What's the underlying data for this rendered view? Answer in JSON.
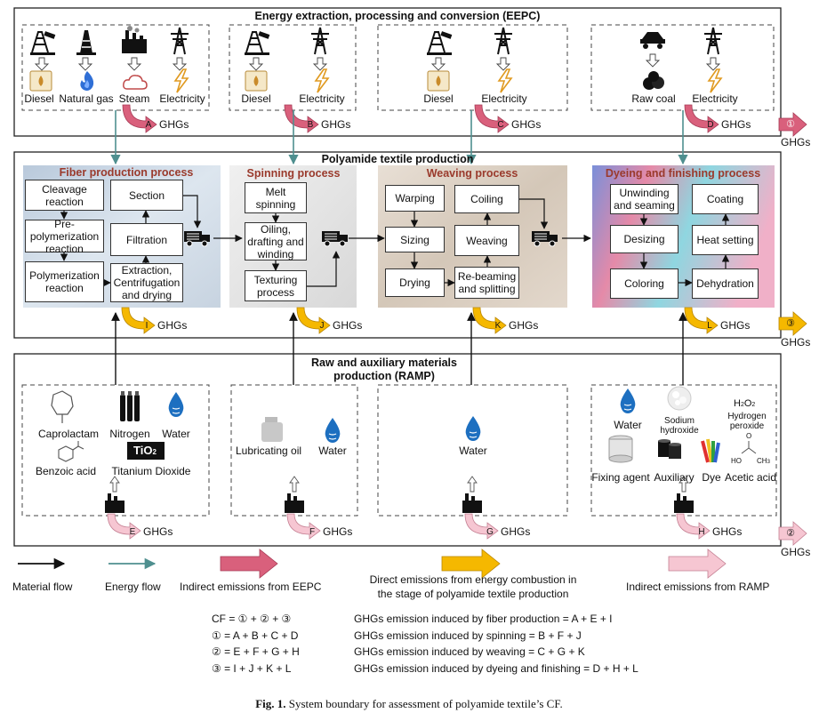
{
  "colors": {
    "material_flow": "#111111",
    "energy_flow": "#4f8f8f",
    "eepc_emission": "#d9607c",
    "direct_emission": "#f5b800",
    "ramp_emission": "#f6c6d2",
    "phase_title": "#9a3a2c"
  },
  "eepc": {
    "title": "Energy extraction, processing and conversion (EEPC)",
    "groups": [
      {
        "sources": [
          "oil-derrick-icon",
          "oil-derrick-icon",
          "factory-icon",
          "power-pylon-icon"
        ],
        "items": [
          "Diesel",
          "Natural gas",
          "Steam",
          "Electricity"
        ],
        "emission_marker": "A"
      },
      {
        "sources": [
          "oil-derrick-icon",
          "power-pylon-icon"
        ],
        "items": [
          "Diesel",
          "Electricity"
        ],
        "emission_marker": "B"
      },
      {
        "sources": [
          "oil-derrick-icon",
          "power-pylon-icon"
        ],
        "items": [
          "Diesel",
          "Electricity"
        ],
        "emission_marker": "C"
      },
      {
        "sources": [
          "coal-mining-icon",
          "power-pylon-icon"
        ],
        "items": [
          "Raw coal",
          "Electricity"
        ],
        "emission_marker": "D"
      }
    ],
    "total_marker": "①"
  },
  "production": {
    "title": "Polyamide textile production",
    "fiber": {
      "title": "Fiber production process",
      "steps": [
        "Cleavage reaction",
        "Pre-polymerization reaction",
        "Polymerization reaction",
        "Extraction, Centrifugation and drying",
        "Filtration",
        "Section"
      ],
      "emission_marker": "I"
    },
    "spinning": {
      "title": "Spinning process",
      "steps": [
        "Melt spinning",
        "Oiling, drafting and winding",
        "Texturing process"
      ],
      "emission_marker": "J"
    },
    "weaving": {
      "title": "Weaving process",
      "steps": [
        "Warping",
        "Sizing",
        "Drying",
        "Re-beaming and splitting",
        "Weaving",
        "Coiling"
      ],
      "emission_marker": "K"
    },
    "dyeing": {
      "title": "Dyeing and finishing process",
      "steps": [
        "Unwinding and seaming",
        "Desizing",
        "Coloring",
        "Dehydration",
        "Heat setting",
        "Coating"
      ],
      "emission_marker": "L"
    },
    "total_marker": "③"
  },
  "ramp": {
    "title_line1": "Raw and auxiliary materials",
    "title_line2": "production (RAMP)",
    "groups": [
      {
        "items": [
          "Caprolactam",
          "Nitrogen",
          "Water",
          "Benzoic acid",
          "Titanium Dioxide"
        ],
        "emission_marker": "E"
      },
      {
        "items": [
          "Lubricating oil",
          "Water"
        ],
        "emission_marker": "F"
      },
      {
        "items": [
          "Water"
        ],
        "emission_marker": "G"
      },
      {
        "items": [
          "Water",
          "Sodium hydroxide",
          "Hydrogen peroxide",
          "Fixing agent",
          "Auxiliary",
          "Dye",
          "Acetic acid"
        ],
        "emission_marker": "H"
      }
    ],
    "total_marker": "②"
  },
  "ghg_label": "GHGs",
  "chem": {
    "tio2": "TiO",
    "tio2_sub": "2",
    "h2o2_h": "H",
    "h2o2_o": "O",
    "h2o2_sub": "2",
    "ho": "HO",
    "o": "O",
    "ch3": "CH",
    "ch3_sub": "3"
  },
  "legend": {
    "material_flow": "Material flow",
    "energy_flow": "Energy flow",
    "eepc": "Indirect emissions from EEPC",
    "direct_line1": "Direct emissions from energy combustion in",
    "direct_line2": "the stage of polyamide textile production",
    "ramp": "Indirect emissions from RAMP"
  },
  "equations": {
    "left": [
      "CF = ① + ② + ③",
      "① = A + B + C + D",
      "② = E + F + G + H",
      "③ = I + J + K + L"
    ],
    "right": [
      "GHGs emission induced by fiber production = A + E + I",
      "GHGs emission induced by spinning = B + F + J",
      "GHGs emission induced by weaving = C + G + K",
      "GHGs emission induced by dyeing and finishing = D + H + L"
    ]
  },
  "caption": {
    "label": "Fig. 1.",
    "text": "System boundary for assessment of polyamide textile’s CF."
  }
}
